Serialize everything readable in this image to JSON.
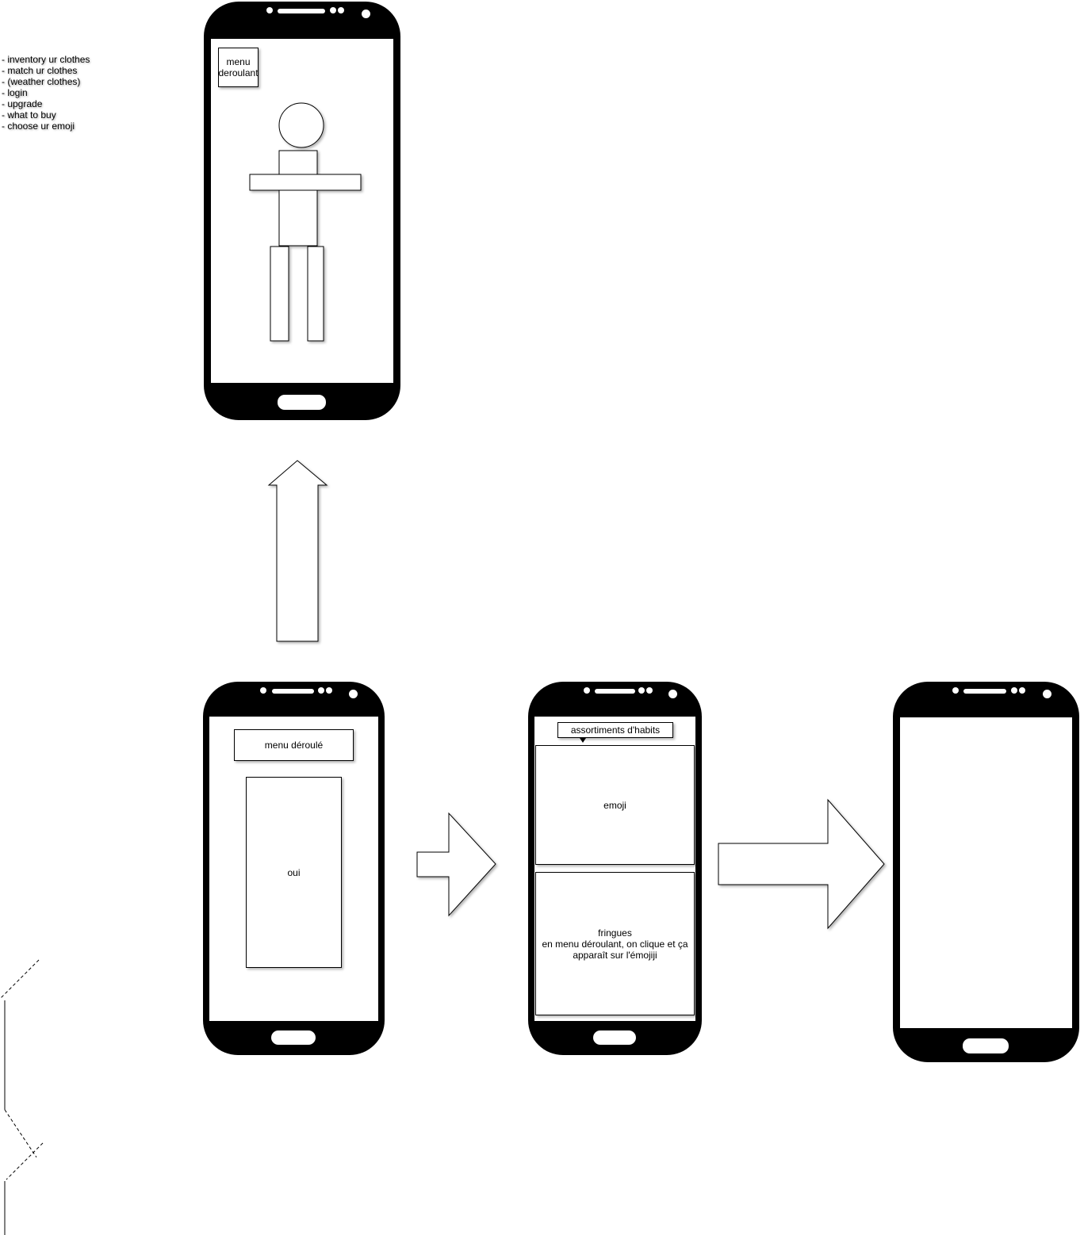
{
  "features": [
    "- inventory ur clothes",
    "- match ur clothes",
    "- (weather clothes)",
    "- login",
    "- upgrade",
    "- what to buy",
    "- choose ur emoji"
  ],
  "screen_top": {
    "menu_label_line1": "menu",
    "menu_label_line2": "deroulant"
  },
  "screen_menu": {
    "menu_label": "menu déroulé",
    "content_label": "oui"
  },
  "screen_outfit": {
    "dropdown_label": "assortiments d'habits",
    "emoji_label": "emoji",
    "clothes_line1": "fringues",
    "clothes_line2": "en menu déroulant, on clique et ça",
    "clothes_line3": "apparaît sur l'émojiji"
  }
}
